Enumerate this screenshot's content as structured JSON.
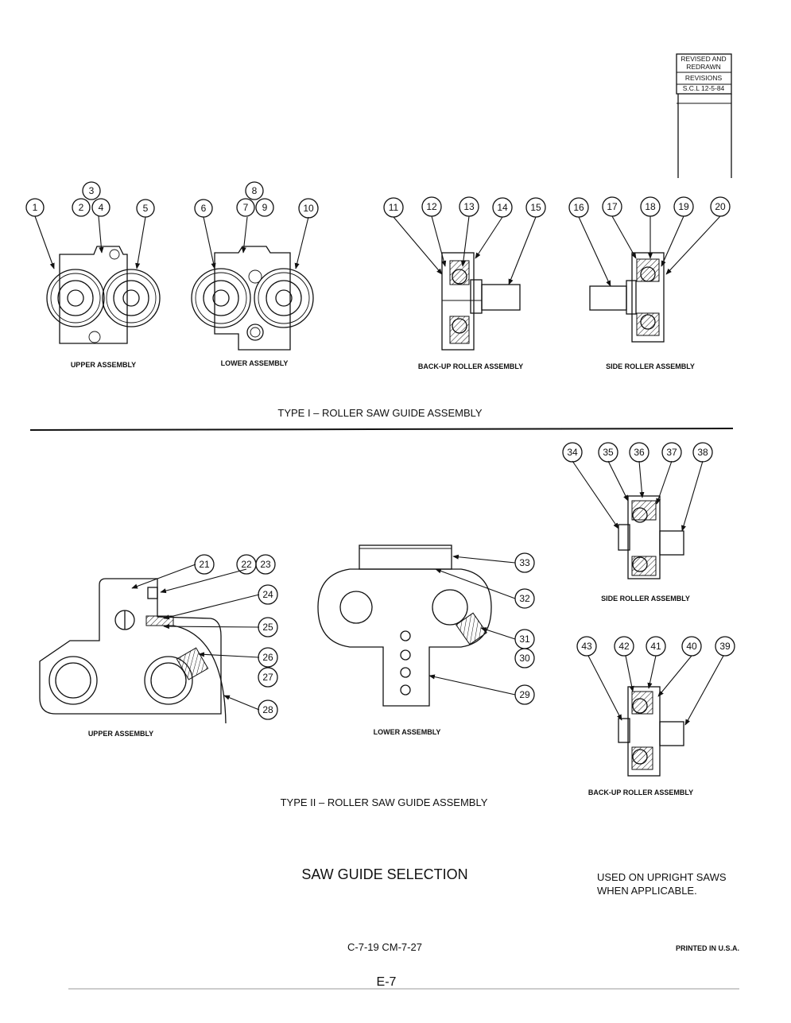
{
  "revision_box": {
    "line1": "REVISED AND",
    "line2": "REDRAWN",
    "line3": "REVISIONS",
    "line4": "S.C.L 12-5-84"
  },
  "type1": {
    "title": "TYPE I – ROLLER SAW GUIDE ASSEMBLY",
    "captions": {
      "upper": "UPPER ASSEMBLY",
      "lower": "LOWER ASSEMBLY",
      "backup": "BACK-UP ROLLER ASSEMBLY",
      "side": "SIDE ROLLER ASSEMBLY"
    }
  },
  "type2": {
    "title": "TYPE II – ROLLER SAW GUIDE ASSEMBLY",
    "captions": {
      "upper": "UPPER ASSEMBLY",
      "lower": "LOWER ASSEMBLY",
      "side": "SIDE ROLLER ASSEMBLY",
      "backup": "BACK-UP ROLLER ASSEMBLY"
    }
  },
  "callouts": [
    "1",
    "2",
    "3",
    "4",
    "5",
    "6",
    "7",
    "8",
    "9",
    "10",
    "11",
    "12",
    "13",
    "14",
    "15",
    "16",
    "17",
    "18",
    "19",
    "20",
    "21",
    "22",
    "23",
    "24",
    "25",
    "26",
    "27",
    "28",
    "29",
    "30",
    "31",
    "32",
    "33",
    "34",
    "35",
    "36",
    "37",
    "38",
    "39",
    "40",
    "41",
    "42",
    "43"
  ],
  "footer": {
    "heading": "SAW GUIDE SELECTION",
    "note_line1": "USED ON UPRIGHT SAWS",
    "note_line2": "WHEN APPLICABLE.",
    "codes": "C-7-19   CM-7-27",
    "printed": "PRINTED IN U.S.A.",
    "page": "E-7"
  }
}
